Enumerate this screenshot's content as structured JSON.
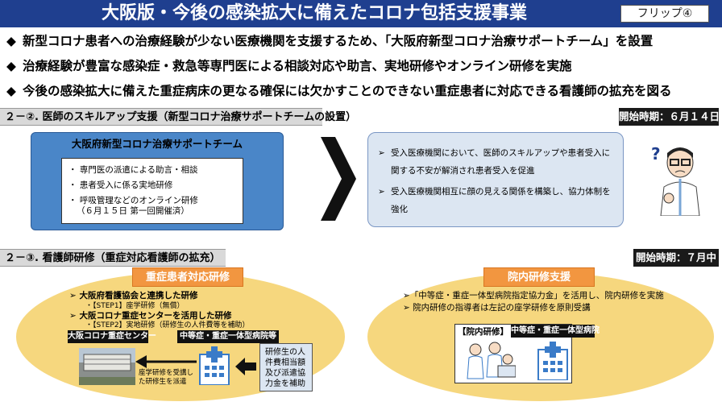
{
  "header": {
    "title": "大阪版・今後の感染拡大に備えたコロナ包括支援事業",
    "flip_label": "フリップ④"
  },
  "bullets": [
    {
      "marker": "◆",
      "text": "新型コロナ患者への治療経験が少ない医療機関を支援するため、「大阪府新型コロナ治療サポートチーム」を設置"
    },
    {
      "marker": "◆",
      "text": "治療経験が豊富な感染症・救急等専門医による相談対応や助言、実地研修やオンライン研修を実施"
    },
    {
      "marker": "◆",
      "text": "今後の感染拡大に備えた重症病床の更なる確保には欠かすことのできない重症患者に対応できる看護師の拡充を図る"
    }
  ],
  "section1": {
    "heading": "２－②. 医師のスキルアップ支援（新型コロナ治療サポートチームの設置）",
    "start": "開始時期：６月１４日",
    "team_title": "大阪府新型コロナ治療サポートチーム",
    "team_items": [
      "・ 専門医の派遣による助言・相談",
      "・ 患者受入に係る実地研修",
      "・ 呼吸管理などのオンライン研修"
    ],
    "team_note": "（６月１５日 第一回開催済）",
    "results": [
      {
        "marker": "➢",
        "text": "受入医療機関において、医師のスキルアップや患者受入に関する不安が解消され患者受入を促進"
      },
      {
        "marker": "➢",
        "text": "受入医療機関相互に顔の見える関係を構築し、協力体制を強化"
      }
    ],
    "question_mark": "?"
  },
  "section2": {
    "heading": "２－③. 看護師研修（重症対応看護師の拡充）",
    "start": "開始時期：７月中",
    "left": {
      "label": "重症患者対応研修",
      "line1": "➢ 大阪府看護協会と連携した研修",
      "line1_sub": "・【STEP1】座学研修（無償）",
      "line2": "➢ 大阪コロナ重症センターを活用した研修",
      "line2_sub": "・【STEP2】実地研修（研修生の人件費等を補助）",
      "tag_center": "大阪コロナ重症センター",
      "tag_hospital": "中等症・重症一体型病院等",
      "dispatch_text": "座学研修を受講した研修生を派遣",
      "subsidy_text": "研修生の人件費相当額及び派遣協力金を補助"
    },
    "right": {
      "label": "院内研修支援",
      "line1": "➢「中等症・重症一体型病院指定協力金」を活用し、院内研修を実施",
      "line2": "➢ 院内研修の指導者は左記の座学研修を原則受講",
      "tag_inhouse": "【院内研修】",
      "tag_hospital": "中等症・重症一体型病院"
    }
  },
  "colors": {
    "title_bg": "#1f3f8f",
    "team_box": "#4a86c8",
    "result_box": "#dce6f2",
    "ellipse": "#f6d77e",
    "label_orange": "#f29640"
  }
}
